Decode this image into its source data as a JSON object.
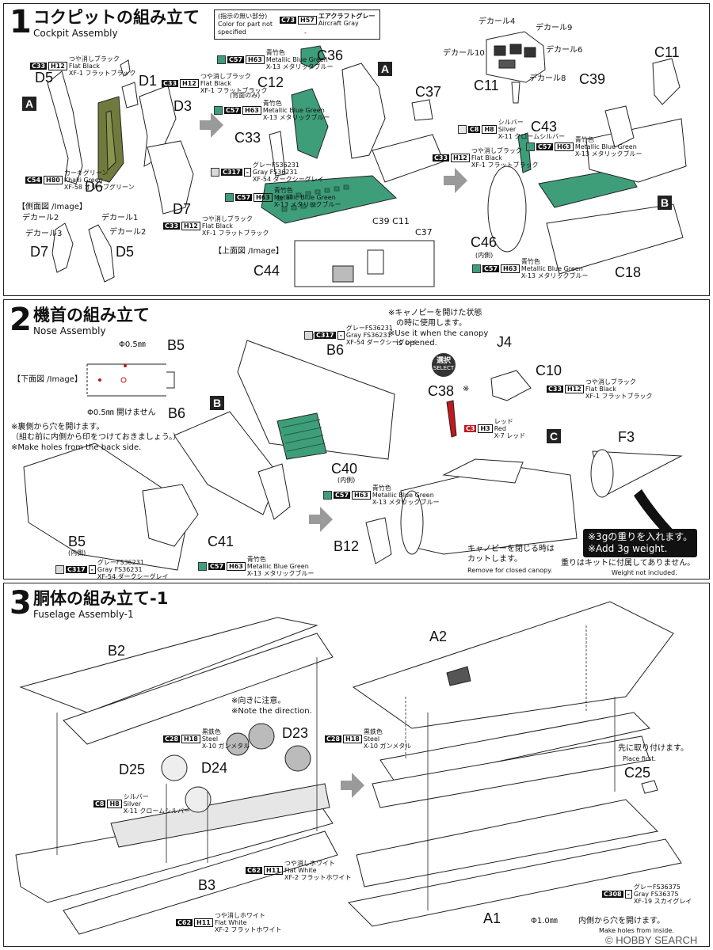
{
  "steps": [
    {
      "num": "1",
      "jp": "コクピットの組み立て",
      "en": "Cockpit Assembly"
    },
    {
      "num": "2",
      "jp": "機首の組み立て",
      "en": "Nose Assembly"
    },
    {
      "num": "3",
      "jp": "胴体の組み立て-1",
      "en": "Fuselage Assembly-1"
    }
  ],
  "step1": {
    "unspecified": {
      "line1": "(指示の無い部分)",
      "line2": "Color for part not",
      "line3": "specified",
      "code": "C73",
      "h": "H57",
      "jp": "エアクラフトグレー",
      "en": "Aircraft Gray",
      "dash": "-"
    },
    "parts": {
      "D5": "D5",
      "D1": "D1",
      "D3": "D3",
      "D6": "D6",
      "D7": "D7",
      "C36": "C36",
      "C12": "C12",
      "C33": "C33",
      "C37": "C37",
      "C11": "C11",
      "C11b": "C11",
      "C39": "C39",
      "C43": "C43",
      "C46": "C46",
      "C18": "C18",
      "C44": "C44",
      "D7b": "D7",
      "D5b": "D5",
      "C39C11": "C39 C11",
      "C37b": "C37"
    },
    "decals": {
      "d4": "デカール4",
      "d9": "デカール9",
      "d10": "デカール10",
      "d6": "デカール6",
      "d8": "デカール8",
      "d2a": "デカール2",
      "d1": "デカール1",
      "d3": "デカール3",
      "d2b": "デカール2"
    },
    "side_view": "【側面図 /Image】",
    "top_view": "【上面図 /Image】",
    "back_only": "(背面のみ)",
    "inner": "(内側)",
    "badge_A": "A",
    "badge_B": "B",
    "colors": {
      "c33": {
        "code": "C33",
        "h": "H12",
        "jp1": "つや消しブラック",
        "en": "Flat Black",
        "jp2": "XF-1 フラットブラック"
      },
      "c57": {
        "code": "C57",
        "h": "H63",
        "jp1": "青竹色",
        "en": "Metallic Blue Green",
        "jp2": "X-13 メタリックブルー"
      },
      "c54": {
        "code": "C54",
        "h": "H80",
        "jp1": "カーキグリーン",
        "en": "Khaki Green",
        "jp2": "XF-58 オリーブグリーン"
      },
      "c317": {
        "code": "C317",
        "h": "-",
        "jp1": "グレーFS36231",
        "en": "Gray FS36231",
        "jp2": "XF-54 ダークシーグレイ"
      },
      "c8": {
        "code": "C8",
        "h": "H8",
        "jp1": "シルバー",
        "en": "Silver",
        "jp2": "X-11 クロームシルバー"
      }
    }
  },
  "step2": {
    "parts": {
      "B5": "B5",
      "B6": "B6",
      "B6b": "B6",
      "J4": "J4",
      "C10": "C10",
      "C38": "C38",
      "F3": "F3",
      "C40": "C40",
      "C41": "C41",
      "B12": "B12",
      "B5b": "B5"
    },
    "phi_05": "Φ0.5㎜",
    "phi_05_no": "Φ0.5㎜ 開けません",
    "bottom_view": "【下面図 /Image】",
    "holes_jp": "※裏側から穴を開けます。",
    "holes_jp2": "（組む前に内側から印をつけておきましょう。）",
    "holes_en": "※Make holes from the back side.",
    "canopy_jp": "※キャノピーを開けた状態",
    "canopy_jp2": "の時に使用します。",
    "canopy_en": "※Use it when the canopy",
    "canopy_en2": "is opened.",
    "select_en": "SELECT",
    "select_jp": "選択",
    "asterisk": "※",
    "closed_jp": "キャノピーを閉じる時は",
    "closed_jp2": "カットします。",
    "closed_en": "Remove for closed canopy.",
    "weight_jp": "※3gの重りを入れます。",
    "weight_en": "※Add 3g weight.",
    "weight_note_jp": "重りはキットに付属してありません。",
    "weight_note_en": "Weight not included.",
    "inner": "(内側)",
    "badge_B": "B",
    "badge_C": "C",
    "colors": {
      "c317": {
        "code": "C317",
        "h": "-",
        "jp1": "グレーFS36231",
        "en": "Gray FS36231",
        "jp2": "XF-54 ダークシーグレイ"
      },
      "c33": {
        "code": "C33",
        "h": "H12",
        "jp1": "つや消しブラック",
        "en": "Flat Black",
        "jp2": "XF-1 フラットブラック"
      },
      "c3": {
        "code": "C3",
        "h": "H3",
        "jp1": "レッド",
        "en": "Red",
        "jp2": "X-7 レッド"
      },
      "c57": {
        "code": "C57",
        "h": "H63",
        "jp1": "青竹色",
        "en": "Metallic Blue Green",
        "jp2": "X-13 メタリックブルー"
      }
    }
  },
  "step3": {
    "parts": {
      "B2": "B2",
      "A2": "A2",
      "D23": "D23",
      "D24": "D24",
      "D25": "D25",
      "B3": "B3",
      "A1": "A1",
      "C25": "C25"
    },
    "direction_jp": "※向きに注意。",
    "direction_en": "※Note the direction.",
    "place_first_jp": "先に取り付けます。",
    "place_first_en": "Place first.",
    "phi_10": "Φ1.0㎜",
    "holes_jp": "内側から穴を開けます。",
    "holes_en": "Make holes from inside.",
    "colors": {
      "c28": {
        "code": "C28",
        "h": "H18",
        "jp1": "黒鉄色",
        "en": "Steel",
        "jp2": "X-10 ガンメタル"
      },
      "c8": {
        "code": "C8",
        "h": "H8",
        "jp1": "シルバー",
        "en": "Silver",
        "jp2": "X-11 クロームシルバー"
      },
      "c62": {
        "code": "C62",
        "h": "H11",
        "jp1": "つや消しホワイト",
        "en": "Flat White",
        "jp2": "XF-2 フラットホワイト"
      },
      "c308": {
        "code": "C308",
        "h": "-",
        "jp1": "グレーFS36375",
        "en": "Gray FS36375",
        "jp2": "XF-19 スカイグレイ"
      }
    }
  },
  "watermark": "© HOBBY SEARCH",
  "palette": {
    "green": "#3f9e7a",
    "khaki": "#6f7a3c",
    "red": "#c0181f",
    "gray": "#d9d9d9",
    "frame": "#222222"
  }
}
